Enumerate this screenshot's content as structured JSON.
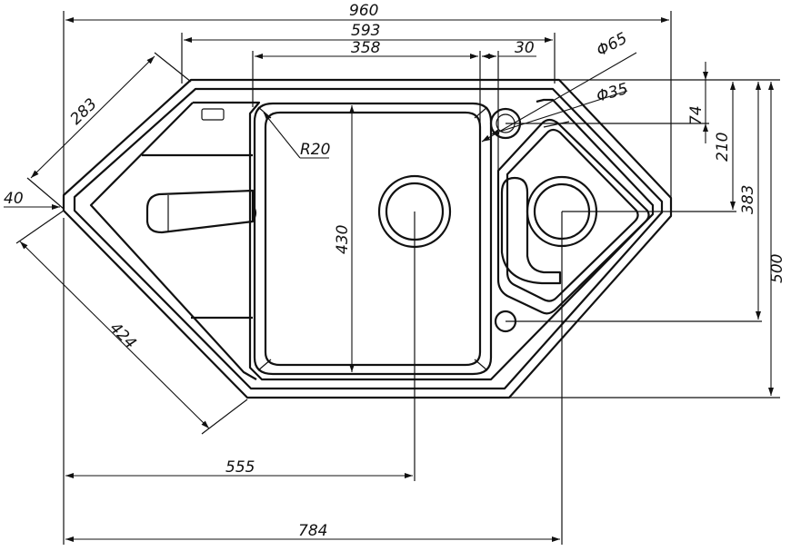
{
  "dimensions": {
    "overall_width": "960",
    "inner_width": "593",
    "bowl_width": "358",
    "gap": "30",
    "overflow_diameter": "Φ65",
    "small_hole_diameter": "Φ35",
    "side_length": "283",
    "corner_offset": "40",
    "diagonal_length": "424",
    "radius": "R20",
    "bowl_height": "430",
    "hole_offset_74": "74",
    "hole_offset_210": "210",
    "height_383": "383",
    "overall_height": "500",
    "drain_offset": "555",
    "drain_offset_784": "784"
  }
}
